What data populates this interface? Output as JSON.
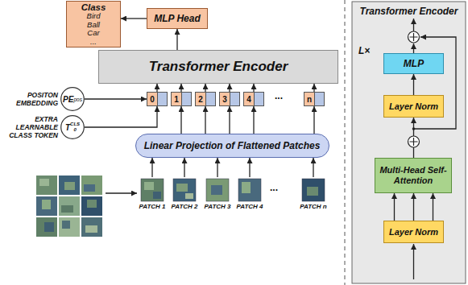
{
  "diagram": {
    "nodes": [
      {
        "text": [
          "Class",
          "Bird",
          "Ball",
          "Car",
          "..."
        ]
      },
      {
        "text": [
          "MLP Head"
        ]
      },
      {
        "text": [
          "Transformer Encoder"
        ]
      },
      {
        "text": [
          "PE",
          "pos"
        ]
      },
      {
        "text": [
          "T",
          "0",
          "CLS"
        ]
      },
      {
        "text": [
          "0"
        ]
      },
      {
        "text": [
          "1"
        ]
      },
      {
        "text": [
          "2"
        ]
      },
      {
        "text": [
          "3"
        ]
      },
      {
        "text": [
          "4"
        ]
      },
      {
        "text": [
          "n"
        ]
      },
      {
        "text": [
          "Linear Projection of Flattened Patches"
        ]
      },
      {
        "text": [
          "PATCH 1"
        ]
      },
      {
        "text": [
          "PATCH 2"
        ]
      },
      {
        "text": [
          "PATCH 3"
        ]
      },
      {
        "text": [
          "PATCH 4"
        ]
      },
      {
        "text": [
          "PATCH n"
        ]
      },
      {
        "text": [
          "Transformer Encoder"
        ]
      },
      {
        "text": [
          "MLP"
        ],
        "in": 17
      },
      {
        "text": [
          "Layer Norm"
        ],
        "in": 17
      },
      {
        "text": [
          "Multi-Head Self-Attention"
        ],
        "in": 17
      },
      {
        "text": [
          "Layer Norm"
        ],
        "in": 17
      }
    ],
    "edges": [
      {
        "from": 1,
        "to": 0,
        "arrow": "to"
      },
      {
        "from": 2,
        "to": 1,
        "arrow": "to"
      },
      {
        "from": 5,
        "to": 2,
        "arrow": "to"
      },
      {
        "from": 6,
        "to": 2,
        "arrow": "to"
      },
      {
        "from": 7,
        "to": 2,
        "arrow": "to"
      },
      {
        "from": 8,
        "to": 2,
        "arrow": "to"
      },
      {
        "from": 9,
        "to": 2,
        "arrow": "to"
      },
      {
        "from": 10,
        "to": 2,
        "arrow": "to"
      },
      {
        "from": 3,
        "to": 5,
        "arrow": "to"
      },
      {
        "from": 4,
        "to": 5,
        "arrow": "to"
      },
      {
        "from": 11,
        "to": 6,
        "arrow": "to"
      },
      {
        "from": 11,
        "to": 7,
        "arrow": "to"
      },
      {
        "from": 11,
        "to": 8,
        "arrow": "to"
      },
      {
        "from": 11,
        "to": 9,
        "arrow": "to"
      },
      {
        "from": 11,
        "to": 10,
        "arrow": "to"
      },
      {
        "from": 12,
        "to": 11,
        "arrow": "to"
      },
      {
        "from": 13,
        "to": 11,
        "arrow": "to"
      },
      {
        "from": 14,
        "to": 11,
        "arrow": "to"
      },
      {
        "from": 15,
        "to": 11,
        "arrow": "to"
      },
      {
        "from": 16,
        "to": 11,
        "arrow": "to"
      },
      {
        "from": 21,
        "to": 20,
        "arrow": "to"
      },
      {
        "from": 20,
        "to": 19,
        "arrow": "to"
      },
      {
        "from": 19,
        "to": 18,
        "arrow": "to"
      }
    ],
    "labels": [
      "POSITON EMBEDDING",
      "EXTRA LEARNABLE CLASS TOKEN",
      "...",
      "...",
      "L×"
    ]
  }
}
